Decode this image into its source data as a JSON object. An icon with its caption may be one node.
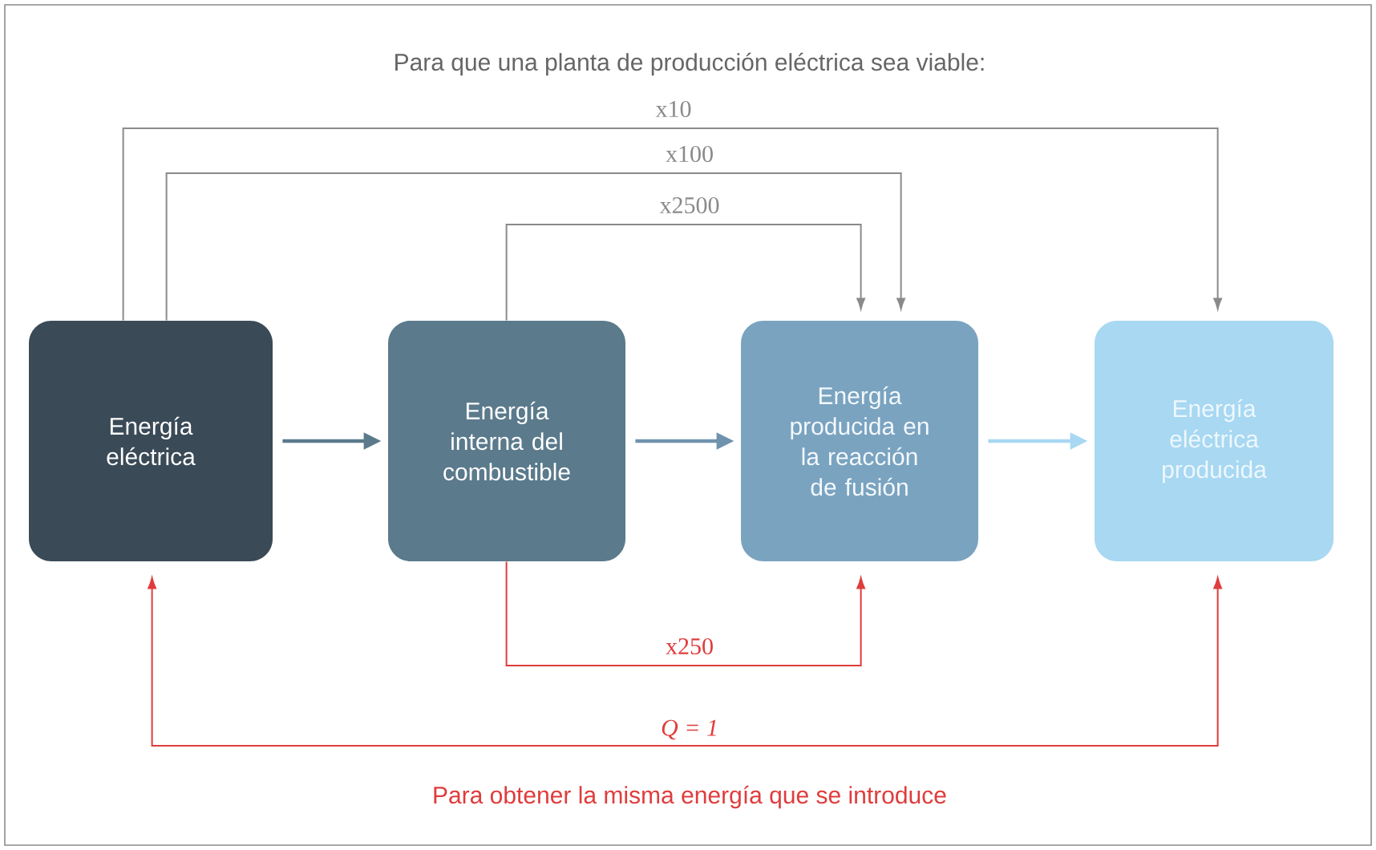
{
  "diagram": {
    "title": "Para que una planta de producción eléctrica sea viable:",
    "caption": "Para obtener la misma energía que se introduce",
    "nodes": [
      {
        "text": [
          "Energía eléctrica"
        ]
      },
      {
        "text": [
          "Energía interna del combustible"
        ]
      },
      {
        "text": [
          "Energía producida en la reacción de fusión"
        ]
      },
      {
        "text": [
          "Energía eléctrica producida"
        ]
      }
    ],
    "edges": [
      {
        "from": 0,
        "to": 1,
        "arrow": "to",
        "color": "#5b7a8c"
      },
      {
        "from": 1,
        "to": 2,
        "arrow": "to",
        "color": "#6f93ad"
      },
      {
        "from": 2,
        "to": 3,
        "arrow": "to",
        "color": "#a8d8f2"
      },
      {
        "from": 0,
        "to": 3,
        "arrow": "to",
        "label": "x10",
        "color": "#8a8a8a"
      },
      {
        "from": 0,
        "to": 2,
        "arrow": "to",
        "label": "x100",
        "color": "#8a8a8a"
      },
      {
        "from": 1,
        "to": 2,
        "arrow": "to",
        "label": "x2500",
        "color": "#8a8a8a"
      },
      {
        "from": 1,
        "to": 2,
        "arrow": "to",
        "label": "x250",
        "color": "#e03c3c"
      },
      {
        "from": 0,
        "to": 3,
        "arrow": "both",
        "label": "Q = 1",
        "color": "#e03c3c"
      }
    ]
  }
}
